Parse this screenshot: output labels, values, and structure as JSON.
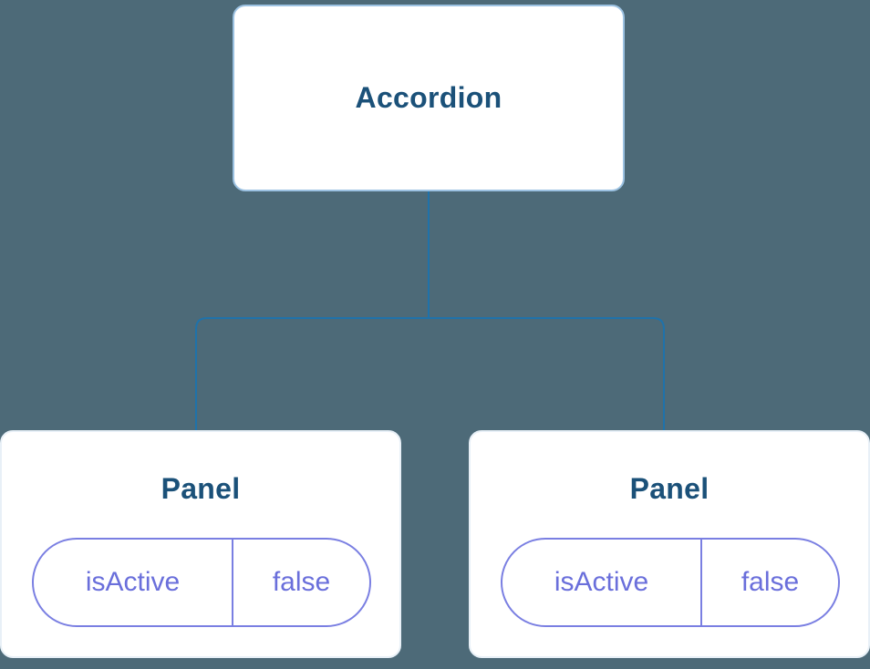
{
  "colors": {
    "background": "#4d6a78",
    "connector": "#1f72aa",
    "node_bg": "#ffffff",
    "root_border": "#9cc2e2",
    "panel_border": "#e8f0f7",
    "label_text": "#1b5179",
    "pill_border": "#7a7fe2",
    "pill_text": "#6a6fdb"
  },
  "tree": {
    "root": {
      "label": "Accordion"
    },
    "children": [
      {
        "label": "Panel",
        "state": {
          "key": "isActive",
          "value": "false"
        }
      },
      {
        "label": "Panel",
        "state": {
          "key": "isActive",
          "value": "false"
        }
      }
    ]
  }
}
